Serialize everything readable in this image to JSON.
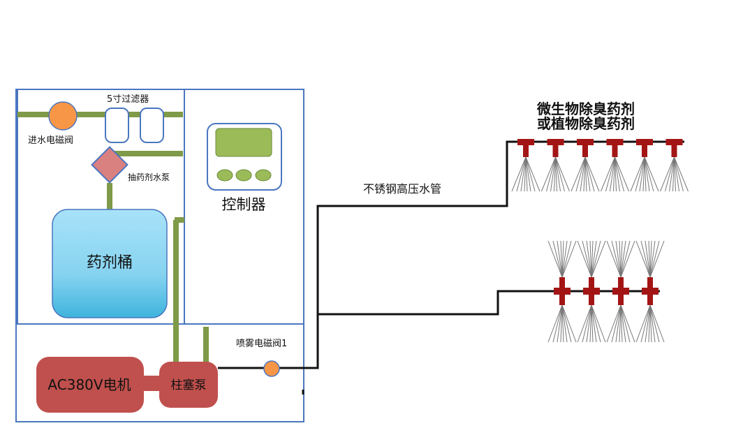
{
  "labels": {
    "filter": "5寸过滤器",
    "inlet_valve": "进水电磁阀",
    "dosing_pump": "抽药剂水泵",
    "controller": "控制器",
    "tank": "药剂桶",
    "motor": "AC380V电机",
    "plunger_pump": "柱塞泵",
    "spray_valve": "喷雾电磁阀1",
    "pipe": "不锈钢高压水管",
    "agent_line1": "微生物除臭药剂",
    "agent_line2": "或植物除臭药剂"
  },
  "colors": {
    "box_border": "#4a76c0",
    "green_pipe": "#7f9a48",
    "valve_orange": "#f79646",
    "pump_diamond": "#d98080",
    "motor_red": "#c0504d",
    "controller_screen": "#9bbb59",
    "tank_top": "#a8e2f8",
    "tank_bottom": "#3fb4dd",
    "nozzle_red": "#a31515"
  },
  "nozzles": {
    "top_row_count": 6,
    "bottom_row_count": 4
  }
}
